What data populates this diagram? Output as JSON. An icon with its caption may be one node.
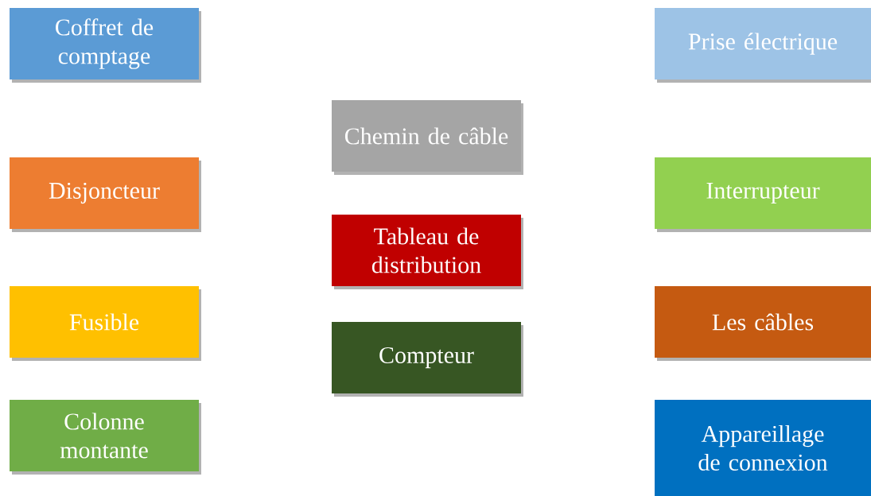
{
  "diagram": {
    "nodes": [
      {
        "text": [
          "Coffret de comptage"
        ]
      },
      {
        "text": [
          "Disjoncteur"
        ]
      },
      {
        "text": [
          "Fusible"
        ]
      },
      {
        "text": [
          "Colonne montante"
        ]
      },
      {
        "text": [
          "Chemin de câble"
        ]
      },
      {
        "text": [
          "Tableau de distribution"
        ]
      },
      {
        "text": [
          "Compteur"
        ]
      },
      {
        "text": [
          "Prise électrique"
        ]
      },
      {
        "text": [
          "Interrupteur"
        ]
      },
      {
        "text": [
          "Les câbles"
        ]
      },
      {
        "text": [
          "Appareillage de connexion"
        ]
      }
    ]
  }
}
